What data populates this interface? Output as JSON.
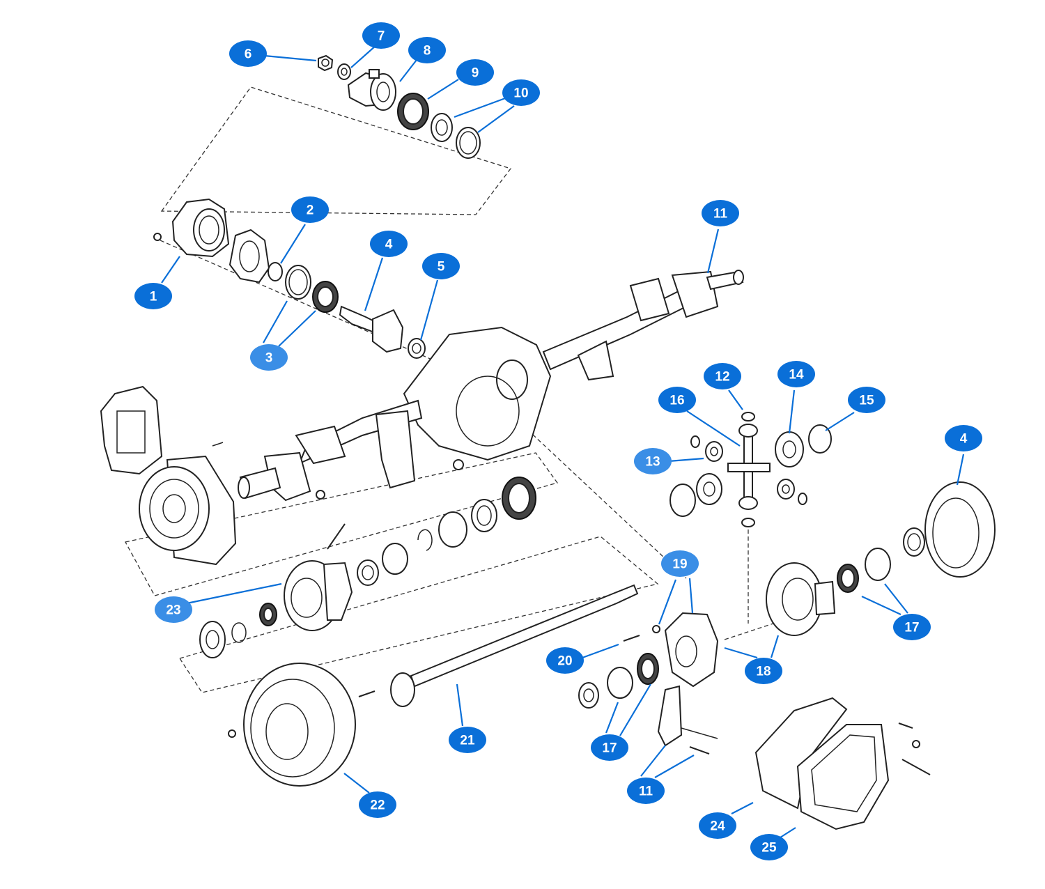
{
  "colors": {
    "callout": "#0a6fd8",
    "callout_light": "#3a8ee6",
    "line_art": "#222222"
  },
  "callouts": [
    {
      "label": "1"
    },
    {
      "label": "2"
    },
    {
      "label": "3"
    },
    {
      "label": "4"
    },
    {
      "label": "5"
    },
    {
      "label": "6"
    },
    {
      "label": "7"
    },
    {
      "label": "8"
    },
    {
      "label": "9"
    },
    {
      "label": "10"
    },
    {
      "label": "11"
    },
    {
      "label": "12"
    },
    {
      "label": "13"
    },
    {
      "label": "14"
    },
    {
      "label": "15"
    },
    {
      "label": "16"
    },
    {
      "label": "4"
    },
    {
      "label": "17"
    },
    {
      "label": "18"
    },
    {
      "label": "19"
    },
    {
      "label": "20"
    },
    {
      "label": "21"
    },
    {
      "label": "22"
    },
    {
      "label": "23"
    },
    {
      "label": "17"
    },
    {
      "label": "11"
    },
    {
      "label": "24"
    },
    {
      "label": "25"
    }
  ]
}
